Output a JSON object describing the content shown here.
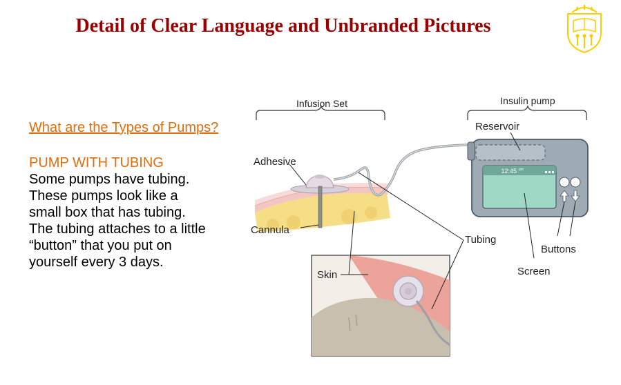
{
  "slide": {
    "title": "Detail of Clear Language and Unbranded Pictures",
    "heading_link": "What are the Types of Pumps?",
    "subheading": "PUMP WITH TUBING",
    "body_lines": [
      "Some pumps have tubing.",
      "These pumps look like a",
      "small box that has tubing.",
      "The tubing attaches to a little",
      "“button” that you put on",
      "yourself every 3 days."
    ]
  },
  "diagram": {
    "labels": {
      "infusion_set": "Infusion Set",
      "insulin_pump": "Insulin pump",
      "reservoir": "Reservoir",
      "adhesive": "Adhesive",
      "cannula": "Cannula",
      "tubing": "Tubing",
      "buttons": "Buttons",
      "screen": "Screen",
      "skin": "Skin"
    },
    "screen_time": "12:45",
    "screen_time_suffix": "pm"
  },
  "colors": {
    "title": "#990000",
    "accent_orange": "#e46c0a",
    "seal_gold": "#ffcc00",
    "pump_body": "#9eaab4",
    "pump_screen": "#9fd8c4",
    "skin_pink": "#f3c6c2",
    "fat_yellow": "#f5de86"
  },
  "icons": [
    "university-seal-icon",
    "arrow-up-icon",
    "arrow-down-icon"
  ]
}
